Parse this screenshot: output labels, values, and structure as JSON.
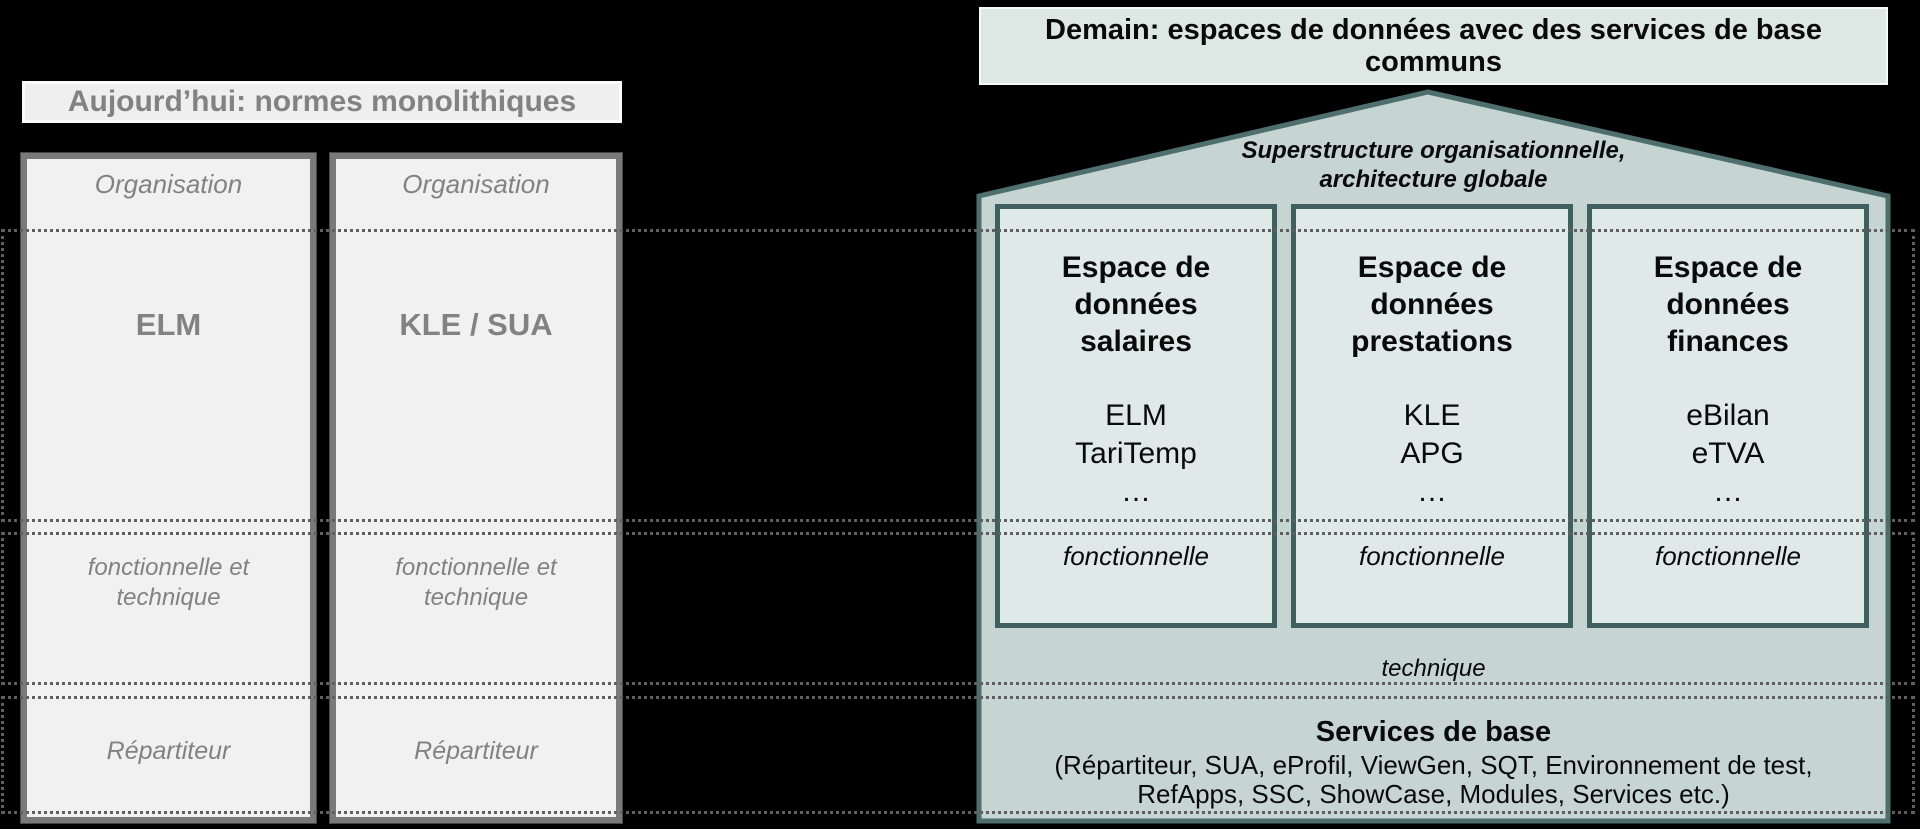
{
  "colors": {
    "background": "#000000",
    "dotted": "#5f5f5f",
    "left_title_fill": "#efefef",
    "left_title_border": "#fcfcfc",
    "left_box_fill": "#f1f1f1",
    "left_box_border": "#7a7a7a",
    "left_text": "#828282",
    "right_title_fill": "#dde7e4",
    "right_title_border": "#f7f9f8",
    "house_fill": "#c6d5d2",
    "house_border": "#4e6f6d",
    "space_fill": "#dfe9e7",
    "space_border": "#3f605e",
    "right_text": "#0a0a0a"
  },
  "left": {
    "title": "Aujourd’hui: normes monolithiques",
    "columns": [
      {
        "header": "Organisation",
        "name": "ELM",
        "middle": "fonctionnelle et\ntechnique",
        "bottom": "Répartiteur"
      },
      {
        "header": "Organisation",
        "name": "KLE / SUA",
        "middle": "fonctionnelle et\ntechnique",
        "bottom": "Répartiteur"
      }
    ]
  },
  "right": {
    "title": "Demain: espaces de données avec des services de base\ncommuns",
    "roof_label": "Superstructure organisationnelle,\narchitecture globale",
    "spaces": [
      {
        "title": "Espace de\ndonnées\nsalaires",
        "apps": "ELM\nTariTemp\n…",
        "layer": "fonctionnelle"
      },
      {
        "title": "Espace de\ndonnées\nprestations",
        "apps": "KLE\nAPG\n…",
        "layer": "fonctionnelle"
      },
      {
        "title": "Espace de\ndonnées\nfinances",
        "apps": "eBilan\neTVA\n…",
        "layer": "fonctionnelle"
      }
    ],
    "technique_label": "technique",
    "services": {
      "title": "Services de base",
      "list": "(Répartiteur, SUA, eProfil, ViewGen, SQT, Environnement de test,\nRefApps, SSC, ShowCase, Modules, Services etc.)"
    }
  }
}
